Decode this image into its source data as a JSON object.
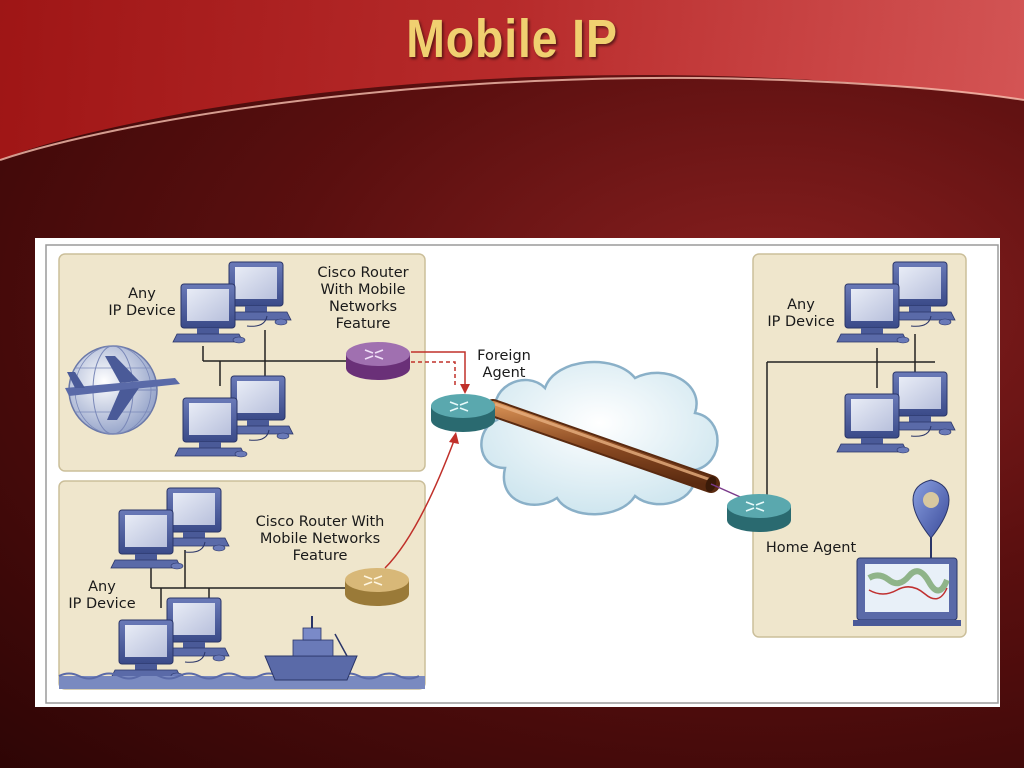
{
  "slide": {
    "title": "Mobile IP"
  },
  "diagram": {
    "top_left_panel": {
      "device_label_line1": "Any",
      "device_label_line2": "IP Device",
      "router_label_line1": "Cisco Router",
      "router_label_line2": "With Mobile",
      "router_label_line3": "Networks",
      "router_label_line4": "Feature"
    },
    "bottom_left_panel": {
      "router_label_line1": "Cisco Router With",
      "router_label_line2": "Mobile Networks",
      "router_label_line3": "Feature",
      "device_label_line1": "Any",
      "device_label_line2": "IP Device"
    },
    "foreign_agent": {
      "label_line1": "Foreign",
      "label_line2": "Agent"
    },
    "right_panel": {
      "device_label_line1": "Any",
      "device_label_line2": "IP Device",
      "home_agent_label": "Home Agent"
    },
    "colors": {
      "panel": "#efe6cc",
      "router_purple": "#8a4c9a",
      "router_teal": "#3f8f95",
      "router_gold": "#c8a560",
      "tunnel": "#8a4a22",
      "arrow": "#c0302a"
    }
  }
}
